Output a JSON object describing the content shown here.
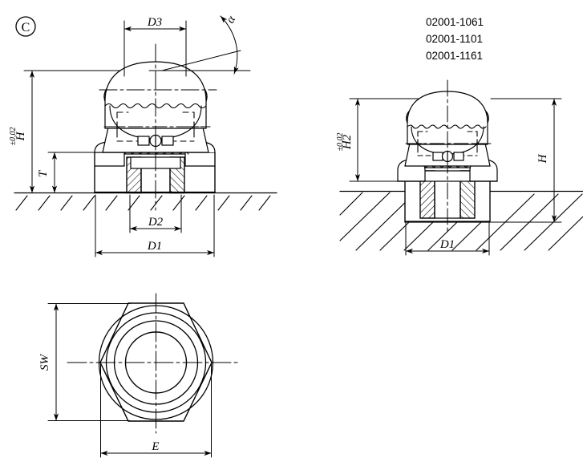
{
  "drawing": {
    "title_mark": "C",
    "part_numbers": [
      "02001-1061",
      "02001-1101",
      "02001-1161"
    ],
    "views": {
      "front_section": {
        "name": "front-sectional-view",
        "dimensions": {
          "d3": "D3",
          "alpha": "α",
          "h": "H",
          "h_tolerance": "±0,02",
          "t": "T",
          "d2": "D2",
          "d1": "D1"
        }
      },
      "side_section": {
        "name": "side-sectional-view",
        "dimensions": {
          "h2": "H2",
          "h2_tolerance": "±0,02",
          "h": "H",
          "d1": "D1"
        }
      },
      "bottom": {
        "name": "bottom-hexagon-view",
        "dimensions": {
          "sw": "SW",
          "e": "E"
        }
      }
    },
    "colors": {
      "line": "#000000",
      "background": "#ffffff"
    }
  }
}
